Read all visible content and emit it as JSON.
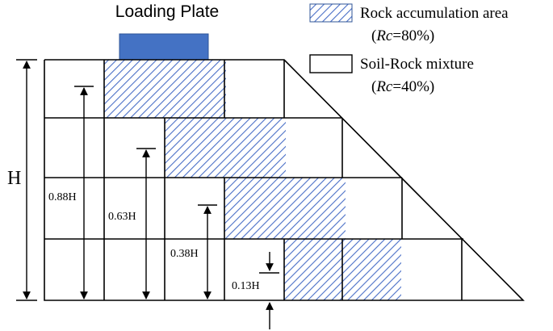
{
  "colors": {
    "plate": "#4472c4",
    "plate_edge": "#2f5597",
    "hatch": "#4a6fc7",
    "line": "#000000",
    "background": "#ffffff"
  },
  "title": "Loading Plate",
  "legend": [
    {
      "pattern": "hatch",
      "label": "Rock accumulation area",
      "rc_symbol": "Rc",
      "rc_value": "=80%"
    },
    {
      "pattern": "plain",
      "label": "Soil-Rock mixture",
      "rc_symbol": "Rc",
      "rc_value": "=40%"
    }
  ],
  "height_label": "H",
  "dimensions": [
    "0.88H",
    "0.63H",
    "0.38H",
    "0.13H"
  ]
}
